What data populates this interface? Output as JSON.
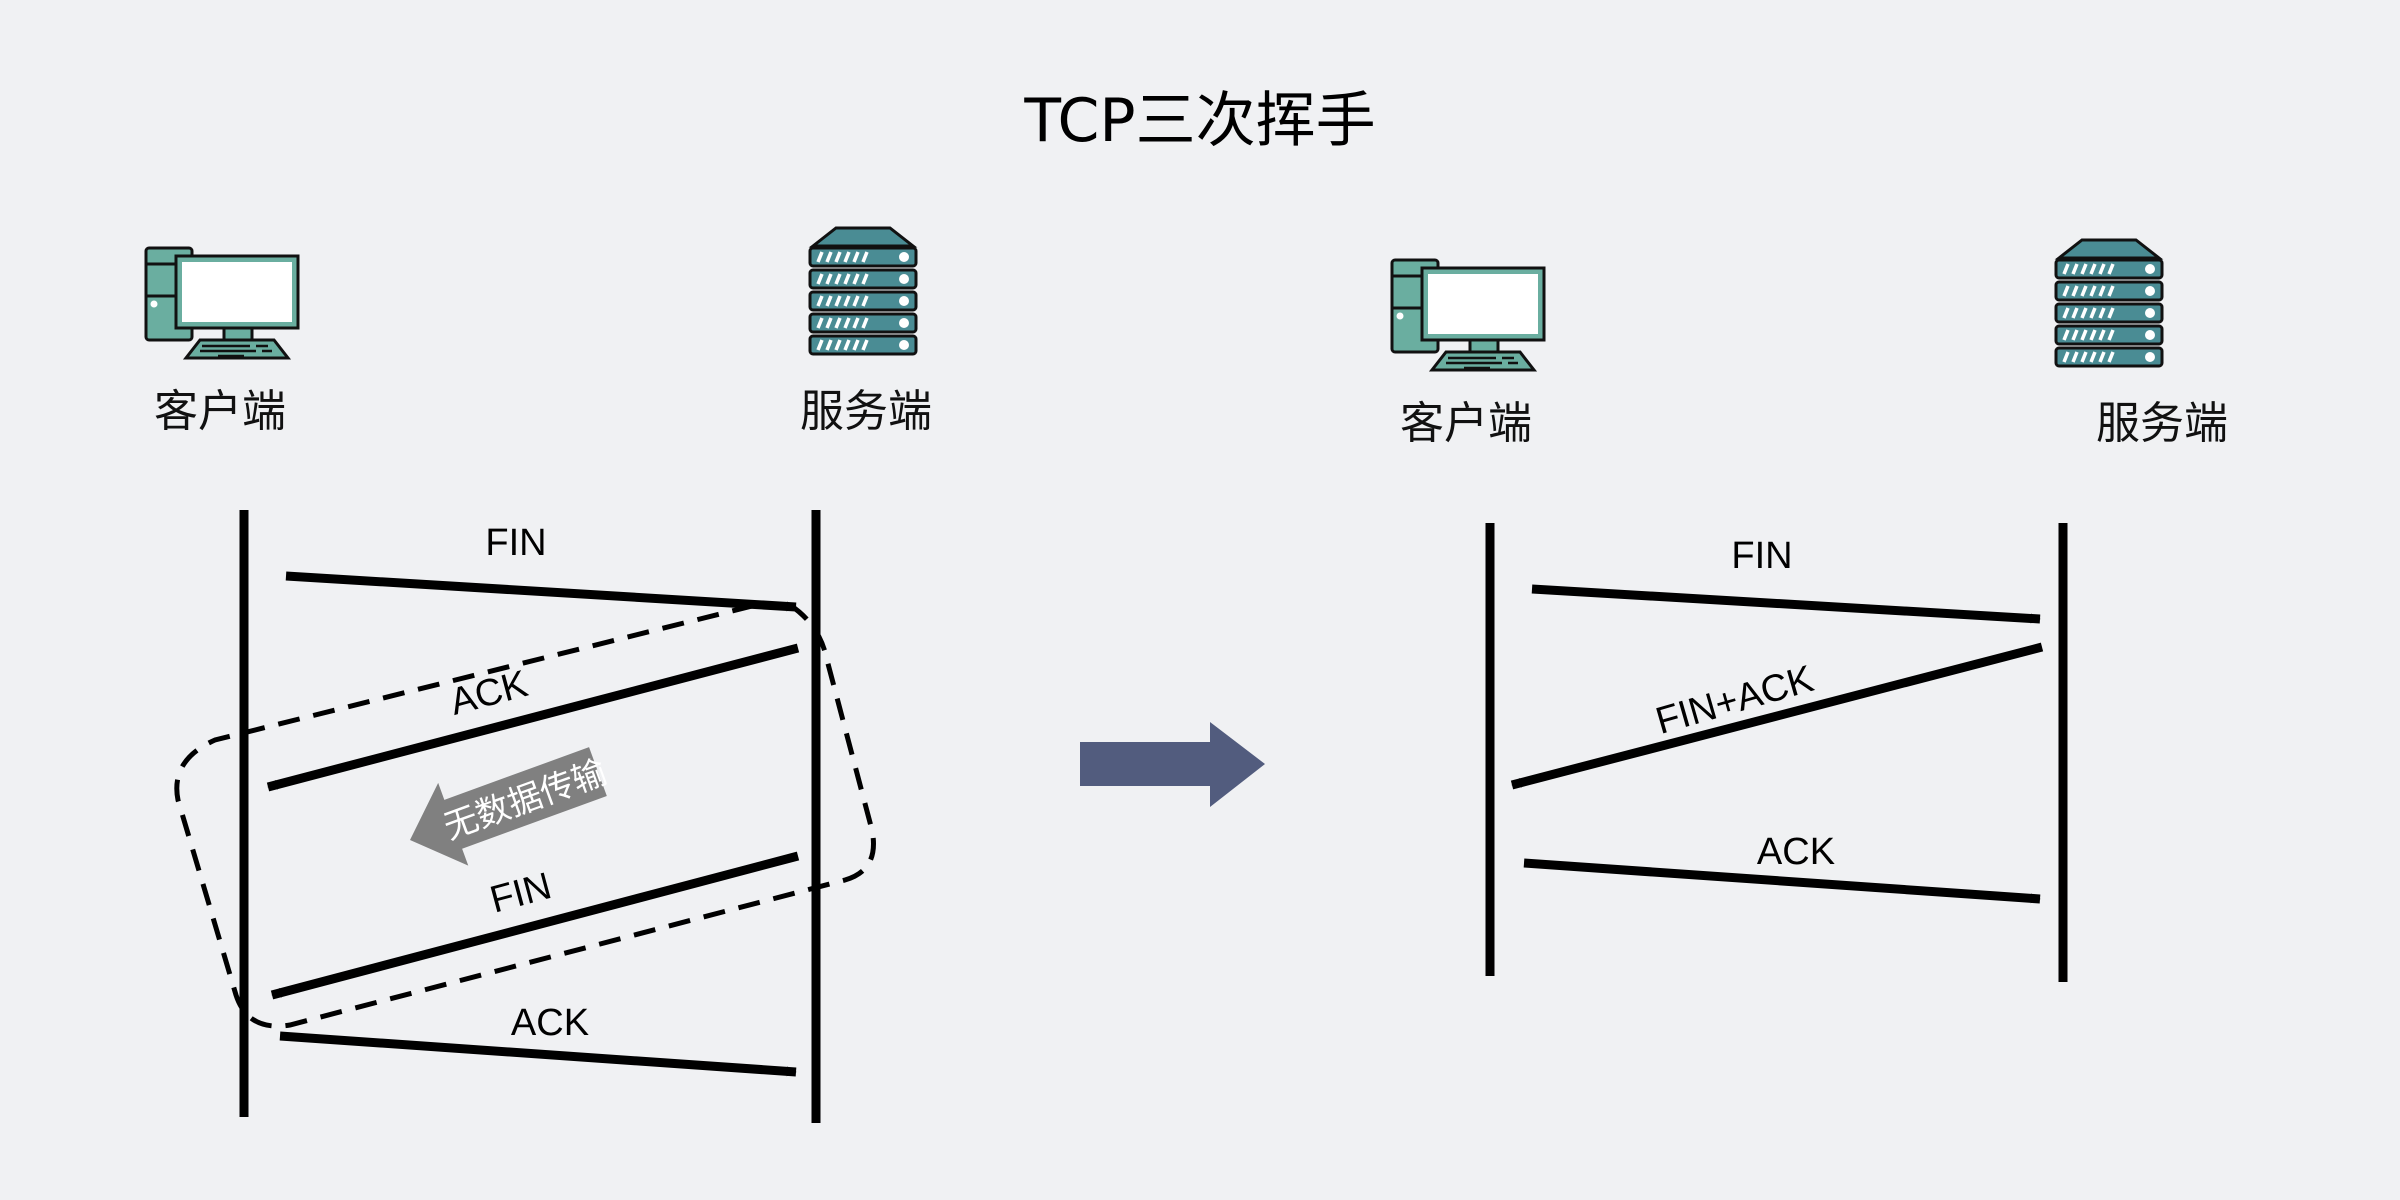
{
  "title": "TCP三次挥手",
  "colors": {
    "background": "#f0f1f3",
    "line": "#000000",
    "client_icon": "#6aaea0",
    "server_icon": "#4a8c94",
    "transition_arrow": "#525c7e",
    "annotation_arrow": "#808080"
  },
  "left_diagram": {
    "client_label": "客户端",
    "server_label": "服务端",
    "client_icon": "desktop-computer-icon",
    "server_icon": "server-rack-icon",
    "messages": [
      {
        "label": "FIN",
        "direction": "client-to-server"
      },
      {
        "label": "ACK",
        "direction": "server-to-client"
      },
      {
        "label": "FIN",
        "direction": "server-to-client"
      },
      {
        "label": "ACK",
        "direction": "client-to-server"
      }
    ],
    "annotation": "无数据传输"
  },
  "transition_icon": "right-arrow-icon",
  "right_diagram": {
    "client_label": "客户端",
    "server_label": "服务端",
    "client_icon": "desktop-computer-icon",
    "server_icon": "server-rack-icon",
    "messages": [
      {
        "label": "FIN",
        "direction": "client-to-server"
      },
      {
        "label": "FIN+ACK",
        "direction": "server-to-client"
      },
      {
        "label": "ACK",
        "direction": "client-to-server"
      }
    ]
  }
}
